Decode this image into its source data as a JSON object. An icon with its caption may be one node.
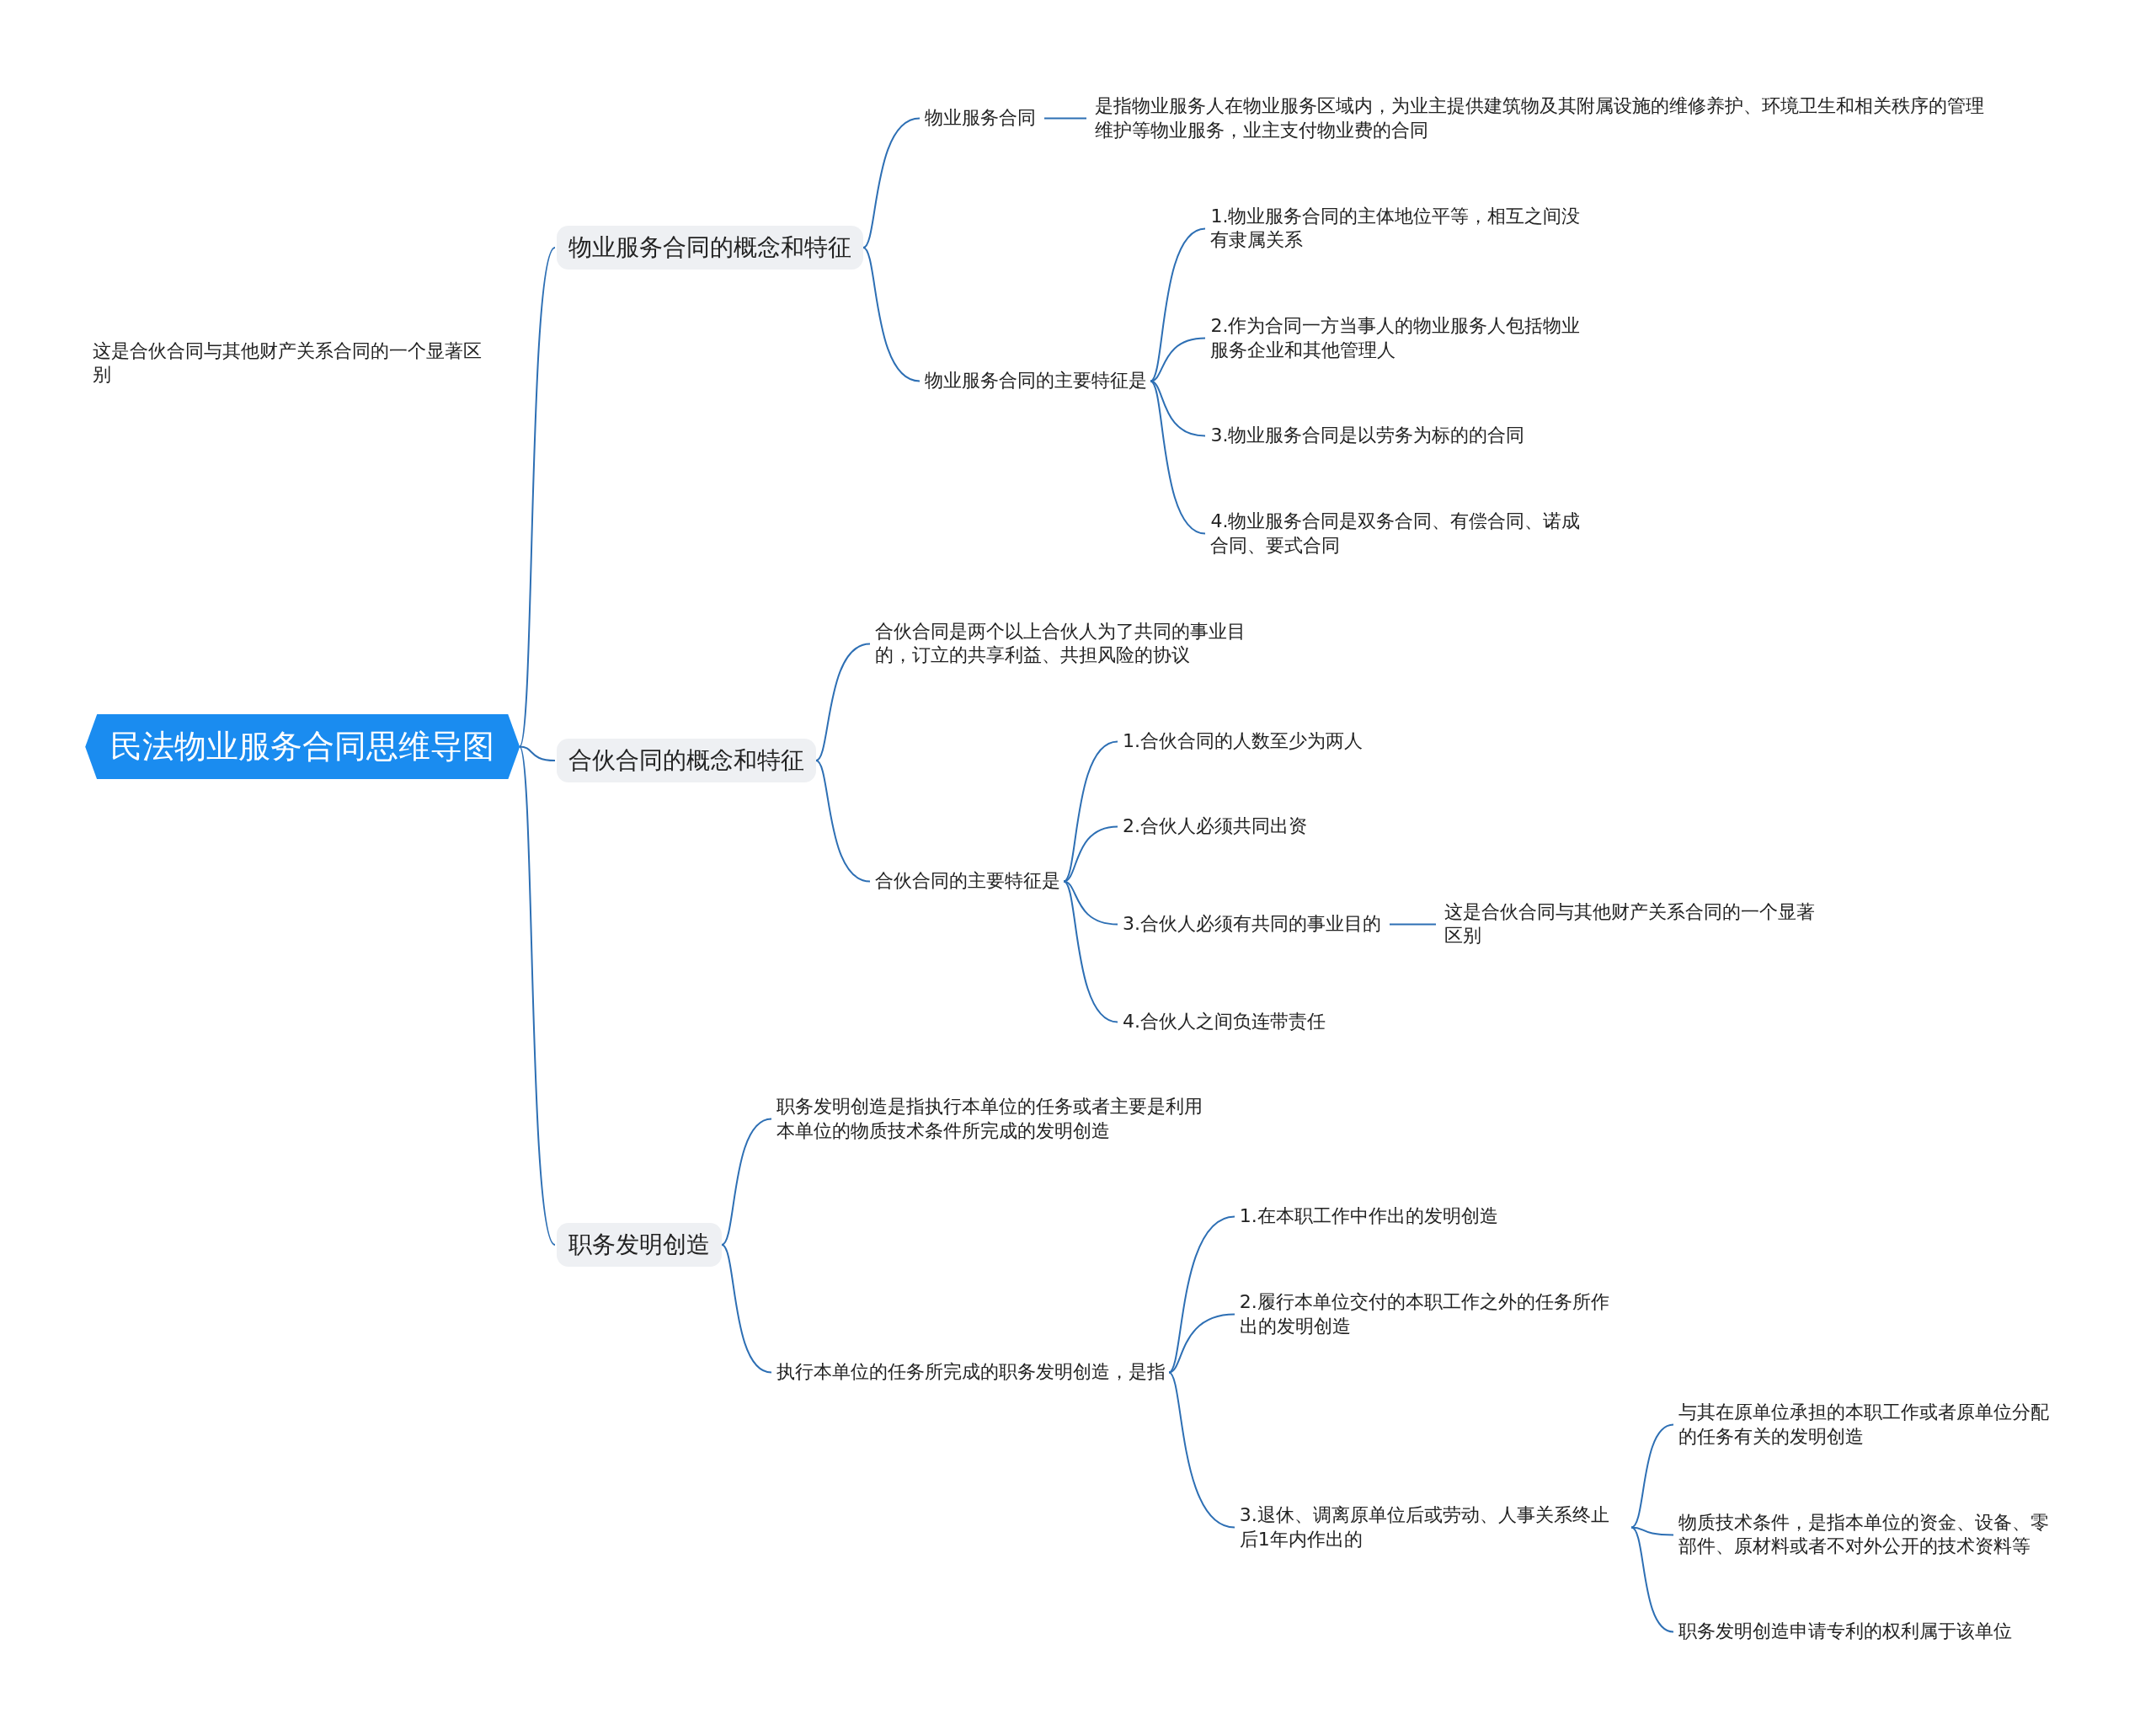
{
  "diagram": {
    "nodes": [
      {
        "text": [
          "民法物业服务合同思维导图"
        ]
      },
      {
        "text": [
          "物业服务合同的概念和特征"
        ]
      },
      {
        "text": [
          "物业服务合同"
        ]
      },
      {
        "text": [
          "是指物业服务人在物业服务区域内，为业主提供建筑物及其附属设施的维修养护、环境卫生和相关秩序的管理维护等物业服务，业主支付物业费的合同"
        ]
      },
      {
        "text": [
          "物业服务合同的主要特征是"
        ]
      },
      {
        "text": [
          "1.物业服务合同的主体地位平等，相互之间没有隶属关系"
        ]
      },
      {
        "text": [
          "2.作为合同一方当事人的物业服务人包括物业服务企业和其他管理人"
        ]
      },
      {
        "text": [
          "3.物业服务合同是以劳务为标的的合同"
        ]
      },
      {
        "text": [
          "4.物业服务合同是双务合同、有偿合同、诺成合同、要式合同"
        ]
      },
      {
        "text": [
          "合伙合同的概念和特征"
        ]
      },
      {
        "text": [
          "合伙合同是两个以上合伙人为了共同的事业目的，订立的共享利益、共担风险的协议"
        ]
      },
      {
        "text": [
          "合伙合同的主要特征是"
        ]
      },
      {
        "text": [
          "1.合伙合同的人数至少为两人"
        ]
      },
      {
        "text": [
          "2.合伙人必须共同出资"
        ]
      },
      {
        "text": [
          "3.合伙人必须有共同的事业目的"
        ]
      },
      {
        "text": [
          "这是合伙合同与其他财产关系合同的一个显著区别"
        ]
      },
      {
        "text": [
          "4.合伙人之间负连带责任"
        ]
      },
      {
        "text": [
          "职务发明创造"
        ]
      },
      {
        "text": [
          "职务发明创造是指执行本单位的任务或者主要是利用本单位的物质技术条件所完成的发明创造"
        ]
      },
      {
        "text": [
          "执行本单位的任务所完成的职务发明创造，是指"
        ]
      },
      {
        "text": [
          "1.在本职工作中作出的发明创造"
        ]
      },
      {
        "text": [
          "2.履行本单位交付的本职工作之外的任务所作出的发明创造"
        ]
      },
      {
        "text": [
          "3.退休、调离原单位后或劳动、人事关系终止后1年内作出的"
        ]
      },
      {
        "text": [
          "与其在原单位承担的本职工作或者原单位分配的任务有关的发明创造"
        ]
      },
      {
        "text": [
          "物质技术条件，是指本单位的资金、设备、零部件、原材料或者不对外公开的技术资料等"
        ]
      },
      {
        "text": [
          "职务发明创造申请专利的权利属于该单位"
        ]
      }
    ],
    "edges": [
      {
        "from": 0,
        "to": 1,
        "arrow": "none"
      },
      {
        "from": 0,
        "to": 9,
        "arrow": "none"
      },
      {
        "from": 0,
        "to": 17,
        "arrow": "none"
      },
      {
        "from": 1,
        "to": 2,
        "arrow": "none"
      },
      {
        "from": 1,
        "to": 4,
        "arrow": "none"
      },
      {
        "from": 2,
        "to": 3,
        "arrow": "none"
      },
      {
        "from": 4,
        "to": 5,
        "arrow": "none"
      },
      {
        "from": 4,
        "to": 6,
        "arrow": "none"
      },
      {
        "from": 4,
        "to": 7,
        "arrow": "none"
      },
      {
        "from": 4,
        "to": 8,
        "arrow": "none"
      },
      {
        "from": 9,
        "to": 10,
        "arrow": "none"
      },
      {
        "from": 9,
        "to": 11,
        "arrow": "none"
      },
      {
        "from": 11,
        "to": 12,
        "arrow": "none"
      },
      {
        "from": 11,
        "to": 13,
        "arrow": "none"
      },
      {
        "from": 11,
        "to": 14,
        "arrow": "none"
      },
      {
        "from": 11,
        "to": 16,
        "arrow": "none"
      },
      {
        "from": 14,
        "to": 15,
        "arrow": "none"
      },
      {
        "from": 17,
        "to": 18,
        "arrow": "none"
      },
      {
        "from": 17,
        "to": 19,
        "arrow": "none"
      },
      {
        "from": 19,
        "to": 20,
        "arrow": "none"
      },
      {
        "from": 19,
        "to": 21,
        "arrow": "none"
      },
      {
        "from": 19,
        "to": 22,
        "arrow": "none"
      },
      {
        "from": 22,
        "to": 23,
        "arrow": "none"
      },
      {
        "from": 22,
        "to": 24,
        "arrow": "none"
      },
      {
        "from": 22,
        "to": 25,
        "arrow": "none"
      }
    ],
    "labels": [
      "这是合伙合同与其他财产关系合同的一个显著区别"
    ]
  }
}
